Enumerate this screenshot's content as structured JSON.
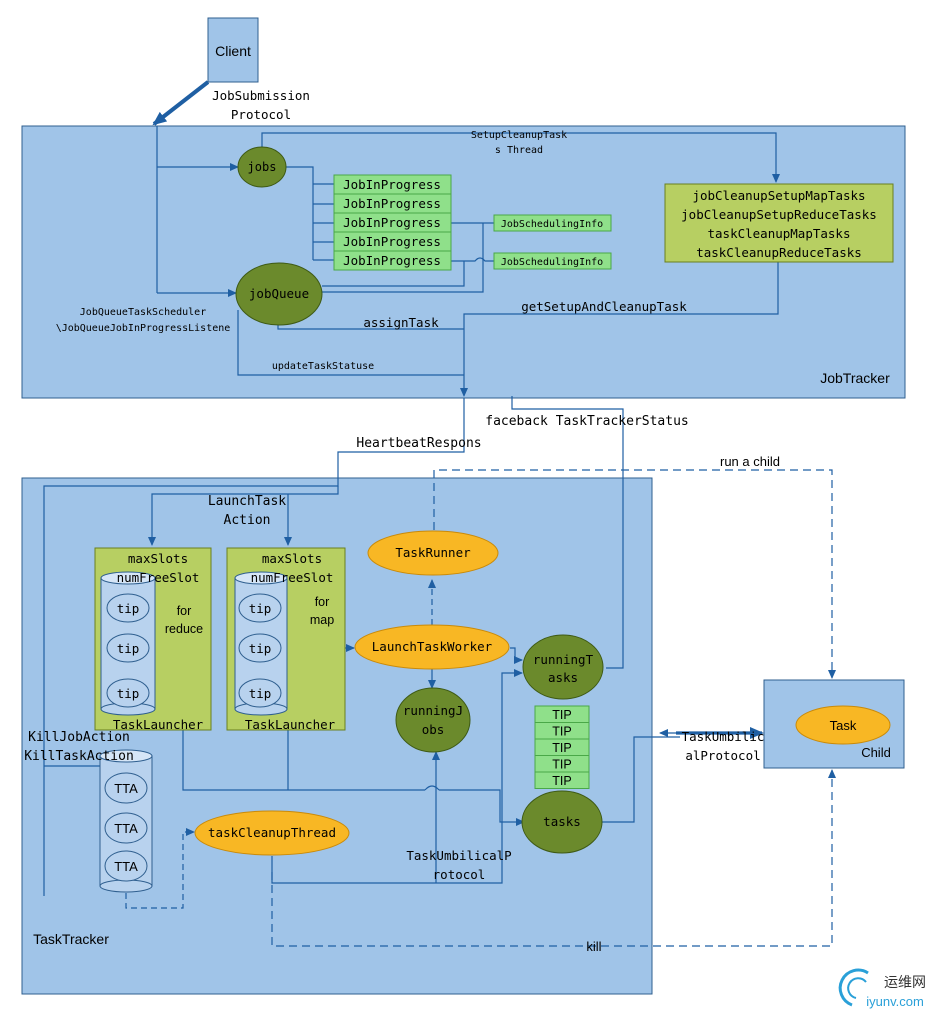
{
  "colors": {
    "blue_box": "#a0c4e8",
    "blue_border": "#2f5f8f",
    "line": "#1f5fa3",
    "green_circle": "#6b8a2c",
    "green_rect": "#8fe08a",
    "olive_rect": "#b7cf62",
    "orange": "#f8b724",
    "cyl": "#b8d2ee"
  },
  "client": {
    "label": "Client"
  },
  "edges": {
    "job_submission_1": "JobSubmission",
    "job_submission_2": "Protocol",
    "setup_cleanup_1": "SetupCleanupTask",
    "setup_cleanup_2": "s Thread",
    "scheduler_1": "JobQueueTaskScheduler",
    "scheduler_2": "\\JobQueueJobInProgressListene",
    "assign_task": "assignTask",
    "get_setup": "getSetupAndCleanupTask",
    "update_status": "updateTaskStatuse",
    "faceback": "faceback TaskTrackerStatus",
    "heartbeat": "HeartbeatRespons",
    "run_child": "run a child",
    "launch_action_1": "LaunchTask",
    "launch_action_2": "Action",
    "kill_job": "KillJobAction",
    "kill_task": "KillTaskAction",
    "umbilical_1": "TaskUmbilicalP",
    "umbilical_2": "rotocol",
    "task_umb_1": "TaskUmbilic",
    "task_umb_2": "alProtocol",
    "kill": "kill"
  },
  "jobtracker": {
    "label": "JobTracker",
    "jobs": "jobs",
    "jobqueue": "jobQueue",
    "jip": [
      "JobInProgress",
      "JobInProgress",
      "JobInProgress",
      "JobInProgress",
      "JobInProgress"
    ],
    "sched_info": [
      "JobSchedulingInfo",
      "JobSchedulingInfo"
    ],
    "cleanup": [
      "jobCleanupSetupMapTasks",
      "jobCleanupSetupReduceTasks",
      "taskCleanupMapTasks",
      "taskCleanupReduceTasks"
    ]
  },
  "tasktracker": {
    "label": "TaskTracker",
    "launcher_reduce": {
      "max": "maxSlots",
      "free": "numFreeSlot",
      "kind_1": "for",
      "kind_2": "reduce",
      "title": "TaskLauncher",
      "tips": [
        "tip",
        "tip",
        "tip"
      ]
    },
    "launcher_map": {
      "max": "maxSlots",
      "free": "numFreeSlot",
      "kind_1": "for",
      "kind_2": "map",
      "title": "TaskLauncher",
      "tips": [
        "tip",
        "tip",
        "tip"
      ]
    },
    "task_runner": "TaskRunner",
    "launch_worker": "LaunchTaskWorker",
    "running_jobs_1": "runningJ",
    "running_jobs_2": "obs",
    "running_tasks_1": "runningT",
    "running_tasks_2": "asks",
    "tips": [
      "TIP",
      "TIP",
      "TIP",
      "TIP",
      "TIP"
    ],
    "tasks": "tasks",
    "cleanup_thread": "taskCleanupThread",
    "tta": [
      "TTA",
      "TTA",
      "TTA"
    ]
  },
  "child": {
    "label": "Child",
    "task": "Task"
  },
  "watermark": {
    "cn": "运维网",
    "en": "iyunv.com"
  }
}
